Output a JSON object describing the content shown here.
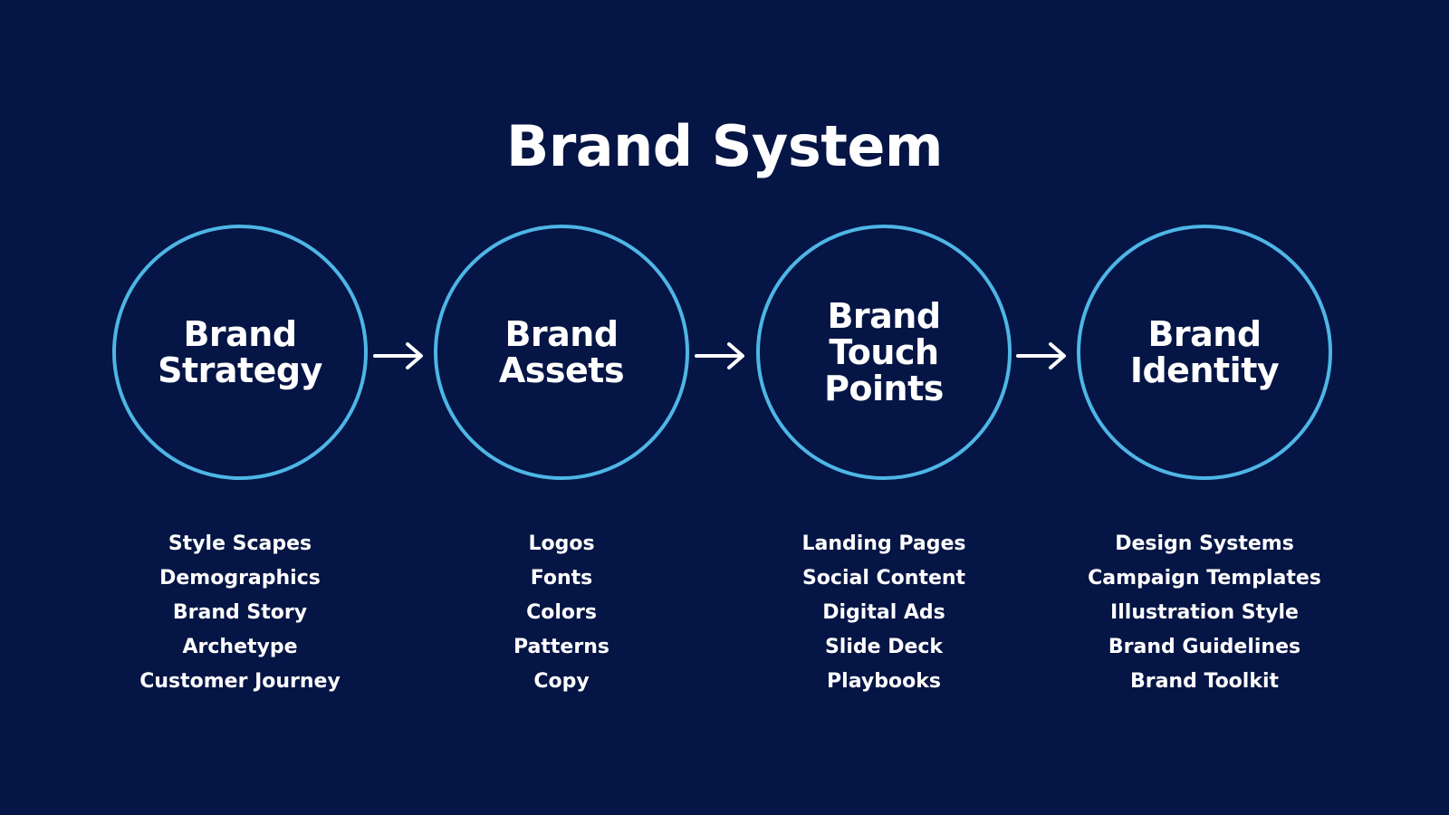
{
  "title": "Brand System",
  "colors": {
    "background": "#051545",
    "circle_stroke": "#4db6e6",
    "text": "#ffffff"
  },
  "stages": [
    {
      "label_lines": [
        "Brand",
        "Strategy"
      ],
      "items": [
        "Style Scapes",
        "Demographics",
        "Brand Story",
        "Archetype",
        "Customer Journey"
      ]
    },
    {
      "label_lines": [
        "Brand",
        "Assets"
      ],
      "items": [
        "Logos",
        "Fonts",
        "Colors",
        "Patterns",
        "Copy"
      ]
    },
    {
      "label_lines": [
        "Brand",
        "Touch",
        "Points"
      ],
      "items": [
        "Landing Pages",
        "Social Content",
        "Digital Ads",
        "Slide Deck",
        "Playbooks"
      ]
    },
    {
      "label_lines": [
        "Brand",
        "Identity"
      ],
      "items": [
        "Design Systems",
        "Campaign Templates",
        "Illustration Style",
        "Brand Guidelines",
        "Brand Toolkit"
      ]
    }
  ],
  "connector_icon": "arrow-right-icon"
}
